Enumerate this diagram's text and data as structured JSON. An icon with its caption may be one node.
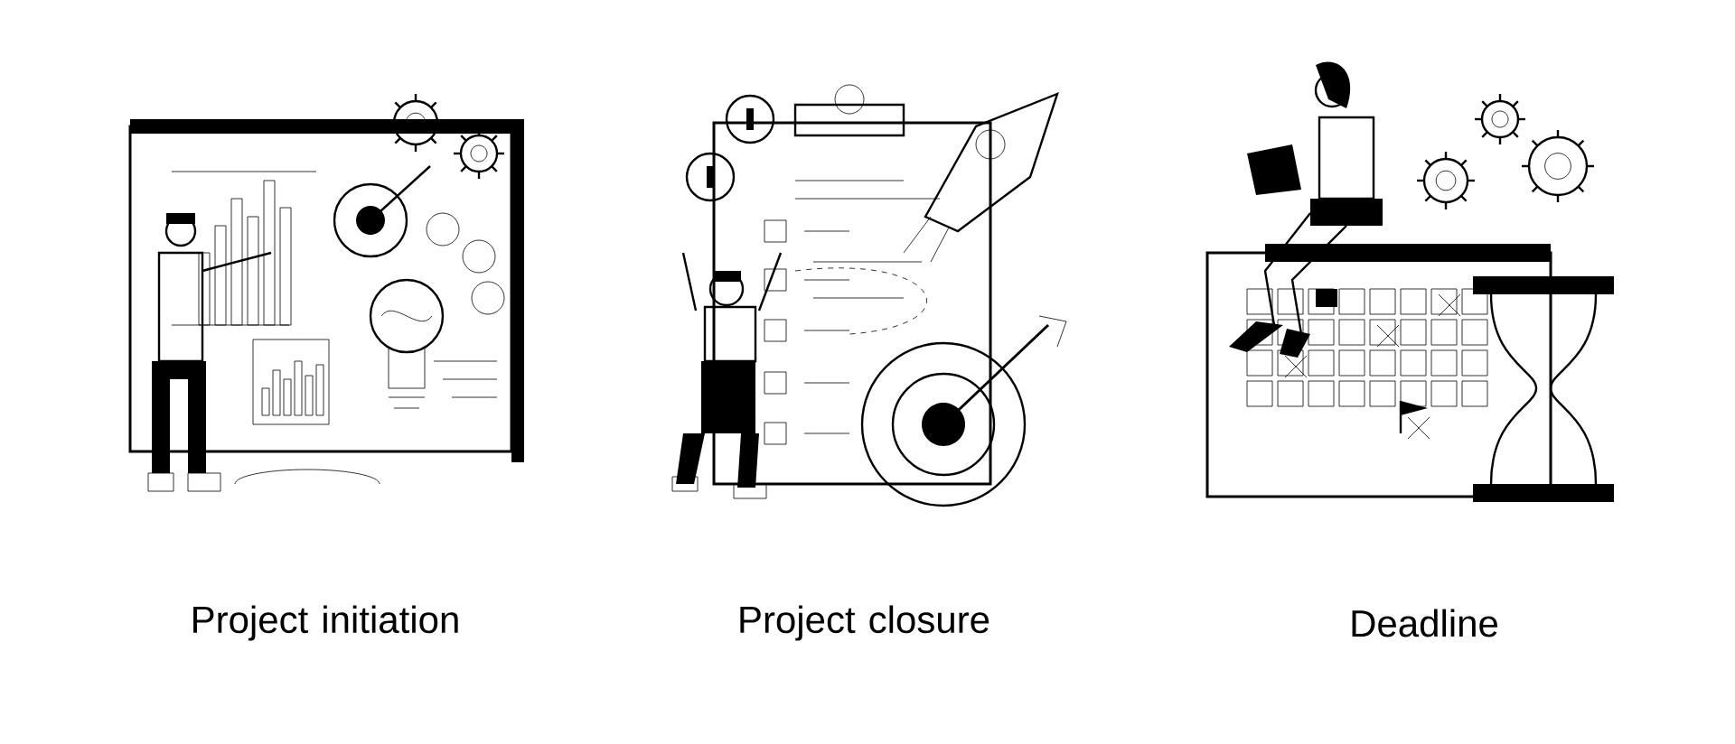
{
  "diagram": {
    "labels": [
      "Project initiation",
      "Project closure",
      "Deadline"
    ]
  }
}
